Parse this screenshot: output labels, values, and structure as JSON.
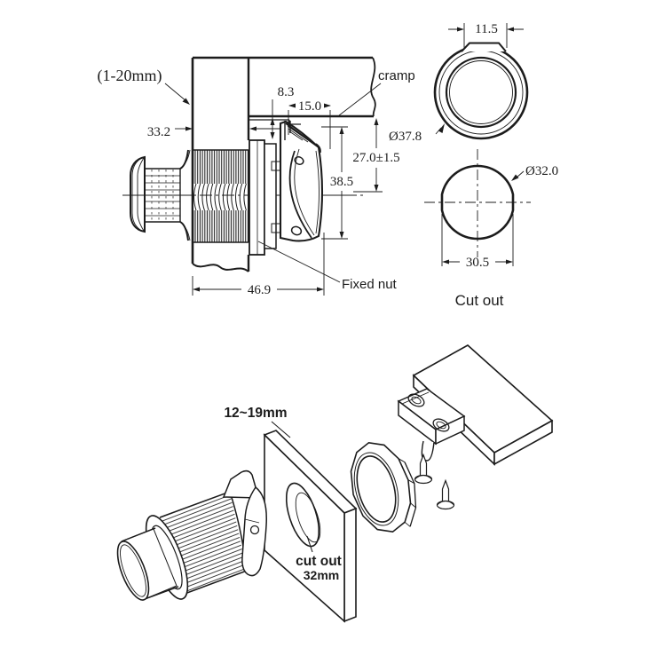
{
  "colors": {
    "line": "#1c1c1c",
    "background": "#ffffff"
  },
  "side_view": {
    "dim_panel_range": "(1-20mm)",
    "dim_body_length": "33.2",
    "dim_gap": "8.3",
    "dim_latch_top": "15.0",
    "dim_clamp": "27.0±1.5",
    "dim_latch_height": "38.5",
    "dim_total_length": "46.9",
    "label_cramp": "cramp",
    "label_fixed_nut": "Fixed nut"
  },
  "face_view": {
    "dim_tab_width": "11.5",
    "dim_outer_diameter": "Ø37.8"
  },
  "cutout_view": {
    "dim_diameter": "Ø32.0",
    "dim_across_flats": "30.5",
    "caption": "Cut out"
  },
  "exploded_view": {
    "label_panel_thickness": "12~19mm",
    "label_cutout": "cut out",
    "label_cutout_size": "32mm"
  }
}
